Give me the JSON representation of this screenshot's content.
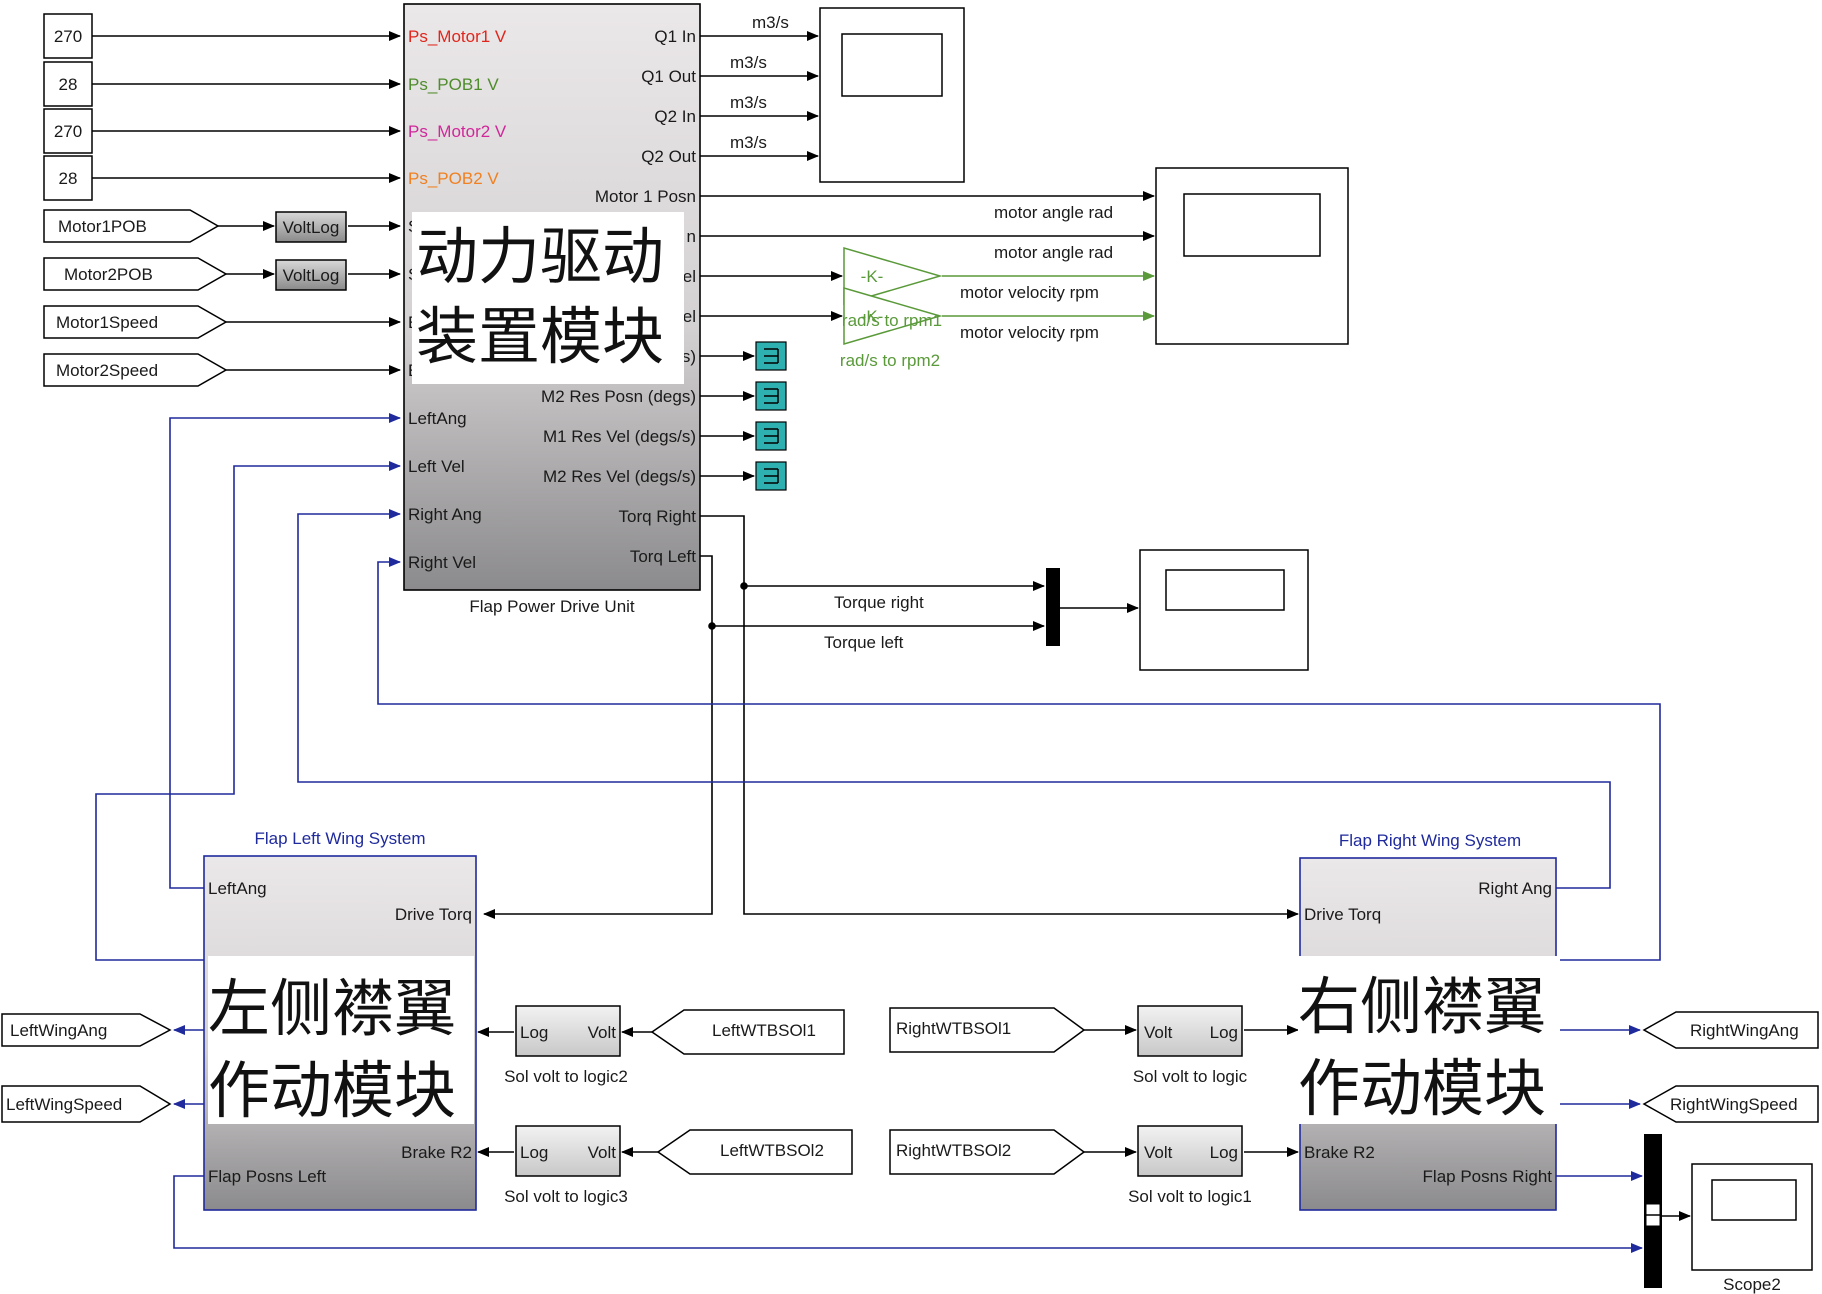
{
  "colors": {
    "black_line": "#000000",
    "blue_line": "#1f2a9c",
    "green_line": "#5a9a3a",
    "red_port": "#e0261c",
    "green_port": "#4e8c2c",
    "magenta_port": "#d0279a",
    "orange_port": "#f08020",
    "teal_block": "#2fb0b0",
    "subsystem_fill_top": "#e6e3e4",
    "subsystem_fill_bottom": "#8f8e90"
  },
  "constants": [
    {
      "value": "270"
    },
    {
      "value": "28"
    },
    {
      "value": "270"
    },
    {
      "value": "28"
    }
  ],
  "from_tags_top": [
    {
      "label": "Motor1POB"
    },
    {
      "label": "Motor2POB"
    },
    {
      "label": "Motor1Speed"
    },
    {
      "label": "Motor2Speed"
    }
  ],
  "volt_log_blocks": [
    {
      "label": "VoltLog"
    },
    {
      "label": "VoltLog"
    }
  ],
  "pdu": {
    "name": "Flap Power Drive Unit",
    "overlay_line1": "动力驱动",
    "overlay_line2": "装置模块",
    "inputs": [
      "Ps_Motor1 V",
      "Ps_POB1 V",
      "Ps_Motor2 V",
      "Ps_POB2 V",
      "S",
      "S",
      "E",
      "E",
      "LeftAng",
      "Left Vel",
      "Right Ang",
      "Right Vel"
    ],
    "outputs": [
      "Q1 In",
      "Q1 Out",
      "Q2 In",
      "Q2 Out",
      "Motor 1 Posn",
      "n",
      "el",
      "el",
      "s)",
      "M2 Res Posn (degs)",
      "M1 Res Vel (degs/s)",
      "M2 Res Vel (degs/s)",
      "Torq Right",
      "Torq Left"
    ]
  },
  "flow_labels": [
    "m3/s",
    "m3/s",
    "m3/s",
    "m3/s"
  ],
  "motor_signal_labels": [
    "motor angle rad",
    "motor angle rad",
    "motor velocity rpm",
    "motor velocity rpm"
  ],
  "gain_blocks": [
    {
      "label": "-K-",
      "name": "rad/s to rpm1"
    },
    {
      "label": "-K-",
      "name": "rad/s to rpm2"
    }
  ],
  "torque_labels": [
    "Torque right",
    "Torque left"
  ],
  "left_wing": {
    "name": "Flap Left Wing System",
    "overlay_line1": "左侧襟翼",
    "overlay_line2": "作动模块",
    "ports_left": [
      "LeftAng",
      "Flap Posns Left"
    ],
    "ports_right": [
      "Drive Torq",
      "Brake R2"
    ]
  },
  "right_wing": {
    "name": "Flap Right Wing System",
    "overlay_line1": "右侧襟翼",
    "overlay_line2": "作动模块",
    "ports_left": [
      "Drive Torq",
      "Brake R2"
    ],
    "ports_right": [
      "Right Ang",
      "Flap Posns Right"
    ]
  },
  "conversion_blocks": [
    {
      "left": "Log",
      "right": "Volt",
      "name": "Sol  volt to logic2"
    },
    {
      "left": "Log",
      "right": "Volt",
      "name": "Sol  volt to logic3"
    },
    {
      "left": "Volt",
      "right": "Log",
      "name": "Sol  volt to logic"
    },
    {
      "left": "Volt",
      "right": "Log",
      "name": "Sol  volt to logic1"
    }
  ],
  "from_tags_bottom": [
    "LeftWTBSOl1",
    "LeftWTBSOl2",
    "RightWTBSOl1",
    "RightWTBSOl2"
  ],
  "goto_tags": [
    "LeftWingAng",
    "LeftWingSpeed",
    "RightWingAng",
    "RightWingSpeed"
  ],
  "scope_name": "Scope2"
}
